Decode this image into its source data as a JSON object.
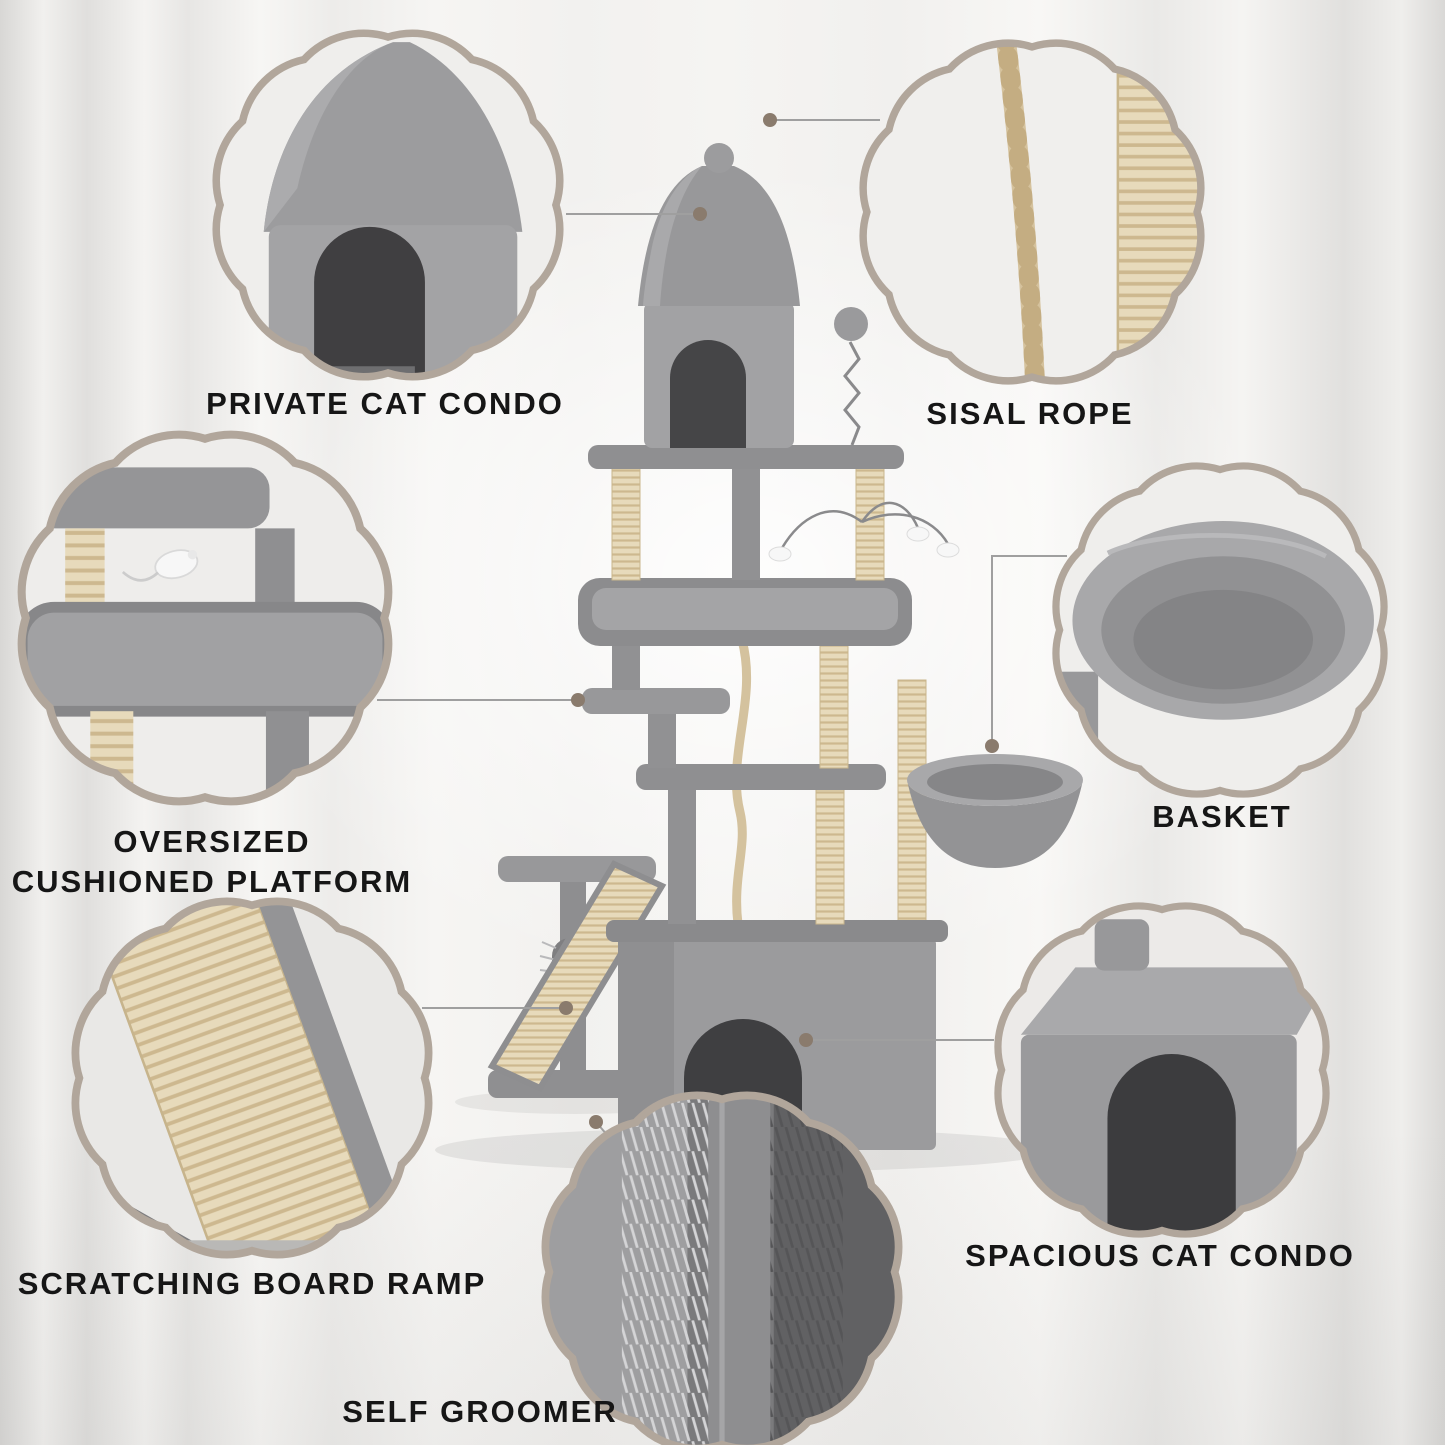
{
  "infographic": {
    "background_color": "#f4f3f1",
    "bubble_border_color": "#b1a69b",
    "label_color": "#161616",
    "connector": {
      "line_color": "#9f9f9f",
      "dot_color": "#8a7b6d"
    },
    "product_colors": {
      "plush_gray": "#9a9a9c",
      "plush_dark": "#8a8a8c",
      "sisal_beige": "#e7dabb",
      "rope_beige": "#d5c29d",
      "entrance_dark": "#3f3f41"
    }
  },
  "callouts": [
    {
      "id": "private-cat-condo",
      "label": "PRIVATE CAT CONDO"
    },
    {
      "id": "sisal-rope",
      "label": "SISAL ROPE"
    },
    {
      "id": "oversized-cushioned-platform",
      "label_lines": [
        "OVERSIZED",
        "CUSHIONED PLATFORM"
      ]
    },
    {
      "id": "basket",
      "label": "BASKET"
    },
    {
      "id": "scratching-board-ramp",
      "label": "SCRATCHING BOARD RAMP"
    },
    {
      "id": "spacious-cat-condo",
      "label": "SPACIOUS CAT CONDO"
    },
    {
      "id": "self-groomer",
      "label": "SELF GROOMER"
    }
  ]
}
